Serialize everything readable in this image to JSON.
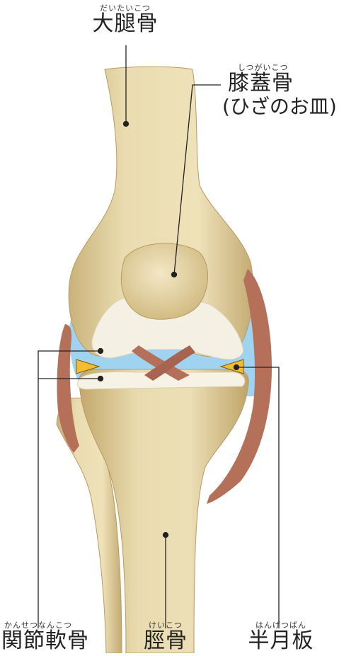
{
  "labels": {
    "femur": {
      "ruby": "だいたいこつ",
      "text": "大腿骨"
    },
    "patella": {
      "ruby": "しつがいこつ",
      "text": "膝蓋骨",
      "sub": "(ひざのお皿)"
    },
    "cartilage": {
      "ruby": "かんせつなんこつ",
      "text": "関節軟骨"
    },
    "tibia": {
      "ruby": "けいこつ",
      "text": "脛骨"
    },
    "meniscus": {
      "ruby": "はんげつばん",
      "text": "半月板"
    }
  },
  "colors": {
    "bone": "#eadcb0",
    "bone_shadow": "#c9b27a",
    "cartilage": "#f4f1e4",
    "joint_fluid": "#9fd3ef",
    "ligament": "#b5705a",
    "meniscus": "#f5bd2e",
    "leader_line": "#222222"
  }
}
